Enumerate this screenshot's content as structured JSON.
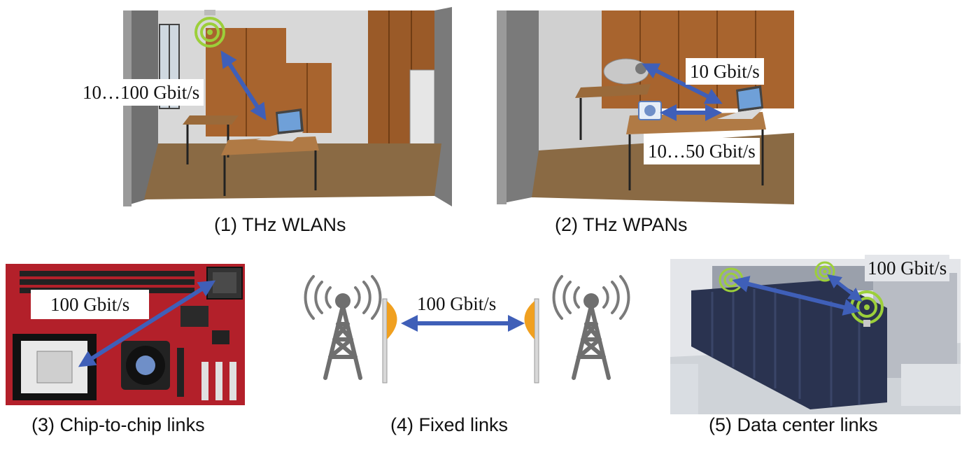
{
  "panels": [
    {
      "caption": "(1) THz WLANs",
      "rates": [
        "10…100 Gbit/s"
      ]
    },
    {
      "caption": "(2) THz WPANs",
      "rates": [
        "10 Gbit/s",
        "10…50 Gbit/s"
      ]
    },
    {
      "caption": "(3) Chip-to-chip links",
      "rates": [
        "100 Gbit/s"
      ]
    },
    {
      "caption": "(4) Fixed links",
      "rates": [
        "100 Gbit/s"
      ]
    },
    {
      "caption": "(5) Data center links",
      "rates": [
        "100 Gbit/s"
      ]
    }
  ],
  "colors": {
    "arrow": "#3f5fb8",
    "signal": "#9ccf3a",
    "antenna": "#6f6f6f",
    "reflector": "#f0a020",
    "board": "#b3202a",
    "floor": "#8a6a44",
    "cabinet": "#a8642e",
    "rack": "#2a3350"
  }
}
